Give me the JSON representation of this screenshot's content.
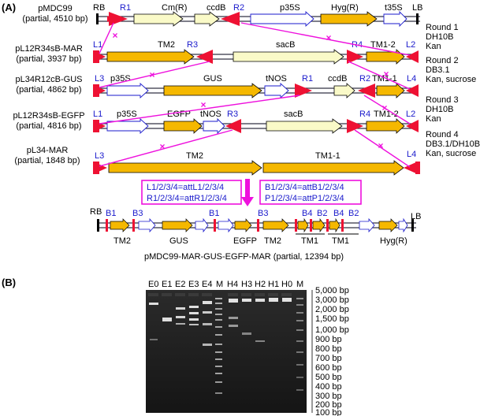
{
  "panel_a": {
    "label": "(A)",
    "constructs": [
      {
        "name": "pMDC99",
        "size": "(partial, 4510 bp)"
      },
      {
        "name": "pL12R34sB-MAR",
        "size": "(partial, 3937 bp)"
      },
      {
        "name": "pL34R12cB-GUS",
        "size": "(partial, 4862 bp)"
      },
      {
        "name": "pL12R34sB-EGFP",
        "size": "(partial, 4816 bp)"
      },
      {
        "name": "pL34-MAR",
        "size": "(partial, 1848 bp)"
      }
    ],
    "rounds": [
      {
        "title": "Round 1",
        "strain": "DH10B",
        "selection": "Kan"
      },
      {
        "title": "Round 2",
        "strain": "DB3.1",
        "selection": "Kan, sucrose"
      },
      {
        "title": "Round 3",
        "strain": "DH10B",
        "selection": "Kan"
      },
      {
        "title": "Round 4",
        "strain": "DB3.1/DH10B",
        "selection": "Kan, sucrose"
      }
    ],
    "row1": {
      "rb": "RB",
      "r1": "R1",
      "cm": "Cm(R)",
      "ccdb": "ccdB",
      "r2": "R2",
      "p35s": "p35S",
      "hyg": "Hyg(R)",
      "t35s": "t35S",
      "lb": "LB"
    },
    "row2": {
      "l1": "L1",
      "tm2": "TM2",
      "r3": "R3",
      "sacb": "sacB",
      "r4": "R4",
      "tm12": "TM1-2",
      "l2": "L2"
    },
    "row3": {
      "l3": "L3",
      "p35s": "p35S",
      "gus": "GUS",
      "tnos": "tNOS",
      "r1": "R1",
      "ccdb": "ccdB",
      "r2": "R2",
      "tm11": "TM1-1",
      "l4": "L4"
    },
    "row4": {
      "l1": "L1",
      "p35s": "p35S",
      "egfp": "EGFP",
      "tnos": "tNOS",
      "r3": "R3",
      "sacb": "sacB",
      "r4": "R4",
      "tm12": "TM1-2",
      "l2": "L2"
    },
    "row5": {
      "l3": "L3",
      "tm2": "TM2",
      "tm11": "TM1-1",
      "l4": "L4"
    },
    "legend_left": [
      "L1/2/3/4=attL1/2/3/4",
      "R1/2/3/4=attR1/2/3/4"
    ],
    "legend_right": [
      "B1/2/3/4=attB1/2/3/4",
      "P1/2/3/4=attP1/2/3/4"
    ],
    "final": {
      "rb": "RB",
      "lb": "LB",
      "site_labels": [
        "B1",
        "B3",
        "B1",
        "B3",
        "B4",
        "B2",
        "B4",
        "B2"
      ],
      "gene_labels": [
        "TM2",
        "GUS",
        "EGFP",
        "TM2",
        "TM1",
        "TM1",
        "Hyg(R)"
      ],
      "caption": "pMDC99-MAR-GUS-EGFP-MAR (partial, 12394 bp)"
    }
  },
  "panel_b": {
    "label": "(B)",
    "lanes_left": [
      "E0",
      "E1",
      "E2",
      "E3",
      "E4",
      "M"
    ],
    "lanes_right": [
      "H4",
      "H3",
      "H2",
      "H1",
      "H0",
      "M"
    ],
    "ladder": [
      "5,000 bp",
      "3,000 bp",
      "2,000 bp",
      "1,500 bp",
      "1,000 bp",
      "900 bp",
      "800 bp",
      "700 bp",
      "600 bp",
      "500 bp",
      "400 bp",
      "300 bp",
      "200 bp",
      "100 bp"
    ]
  },
  "colors": {
    "orange": "#f5b800",
    "light": "#fafac8",
    "red": "#ee1133",
    "magenta": "#ee11dd",
    "blue": "#1a1acc",
    "gel": "#1e1e1e"
  }
}
